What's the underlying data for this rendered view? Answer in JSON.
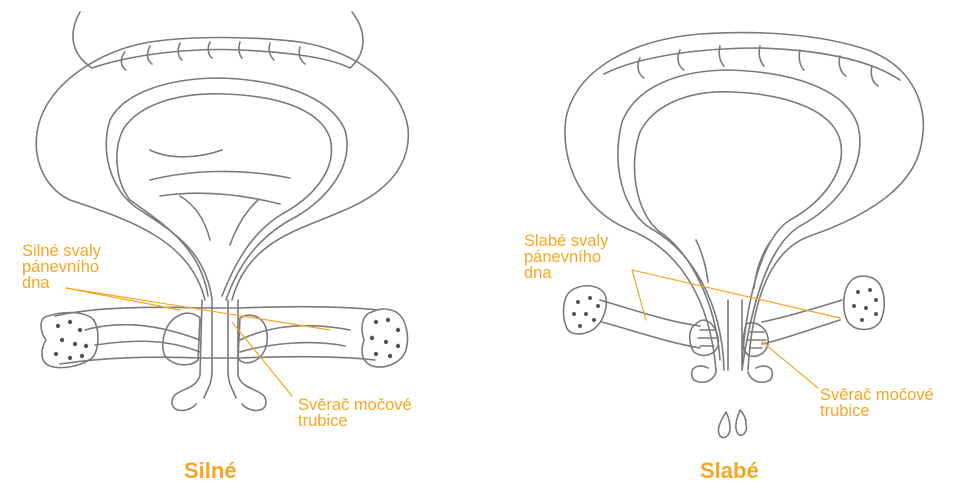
{
  "colors": {
    "line": "#7a7a7a",
    "accent": "#f5a623",
    "background": "#ffffff"
  },
  "strong": {
    "caption": "Silné",
    "muscle_label": [
      "Silné svaly",
      "pánevního",
      "dna"
    ],
    "sphincter_label": [
      "Svěrač močové",
      "trubice"
    ]
  },
  "weak": {
    "caption": "Slabé",
    "muscle_label": [
      "Slabé svaly",
      "pánevního",
      "dna"
    ],
    "sphincter_label": [
      "Svěrač močové",
      "trubice"
    ]
  }
}
